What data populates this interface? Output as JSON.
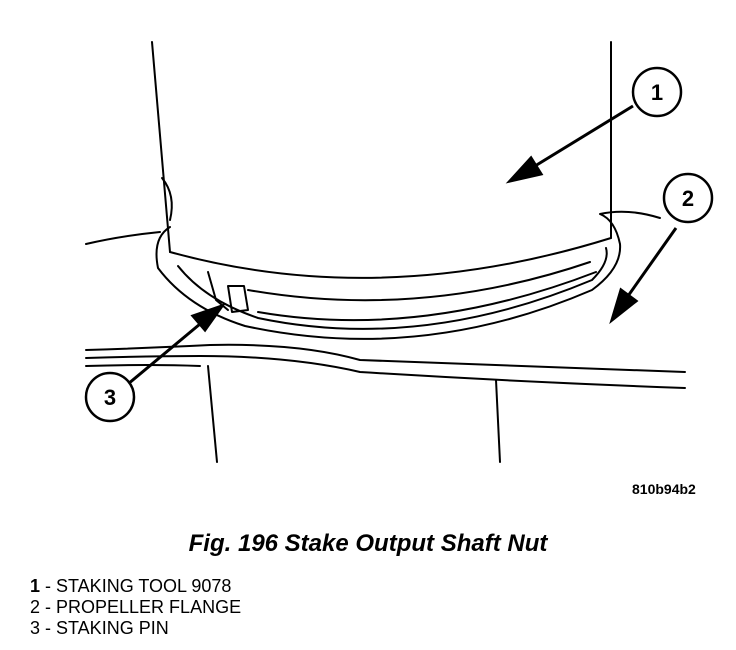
{
  "callouts": [
    {
      "number": "1"
    },
    {
      "number": "2"
    },
    {
      "number": "3"
    }
  ],
  "image_id": "810b94b2",
  "caption": "Fig. 196 Stake Output Shaft Nut",
  "legend": [
    {
      "number": "1",
      "text": " - STAKING TOOL 9078"
    },
    {
      "number": "2",
      "text": " - PROPELLER FLANGE"
    },
    {
      "number": "3",
      "text": " - STAKING PIN"
    }
  ]
}
